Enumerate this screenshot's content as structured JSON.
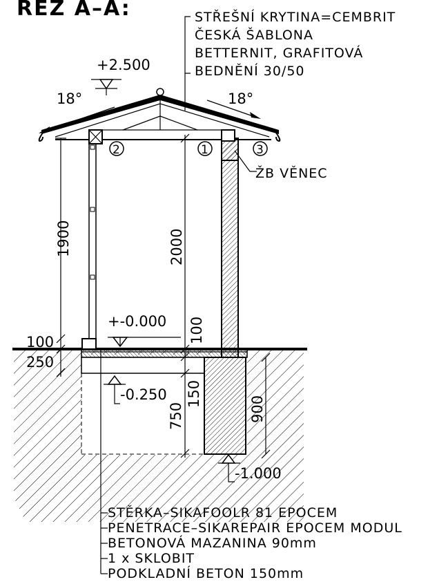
{
  "title": "ŘEZ A–A:",
  "roofing": {
    "lines": [
      "STŘEŠNÍ KRYTINA=CEMBRIT",
      "ČESKÁ ŠABLONA",
      "BETTERNIT, GRAFITOVÁ",
      "BEDNĚNÍ 30/50"
    ]
  },
  "levels": {
    "ridge": "+2.500",
    "floor": "+-0.000",
    "foundation_top": "-0.250",
    "foundation_bottom": "-1.000"
  },
  "slopes": {
    "left": "18°",
    "right": "18°"
  },
  "markers": [
    "1",
    "2",
    "3"
  ],
  "ring_beam_label": "ŽB VĚNEC",
  "dimensions": {
    "left_column": "1900",
    "inner_height": "2000",
    "step": "100",
    "base_thickness": "250",
    "slab_step": "100",
    "slab_150": "150",
    "footing_750": "750",
    "footing_900": "900"
  },
  "floor_layers": [
    "STĚRKA–SIKAFOOLR 81 EPOCEM",
    "PENETRACE–SIKAREPAIR EPOCEM MODUL",
    "BETONOVÁ MAZANINA 90mm",
    "1 x SKLOBIT",
    "PODKLADNÍ BETON 150mm"
  ]
}
